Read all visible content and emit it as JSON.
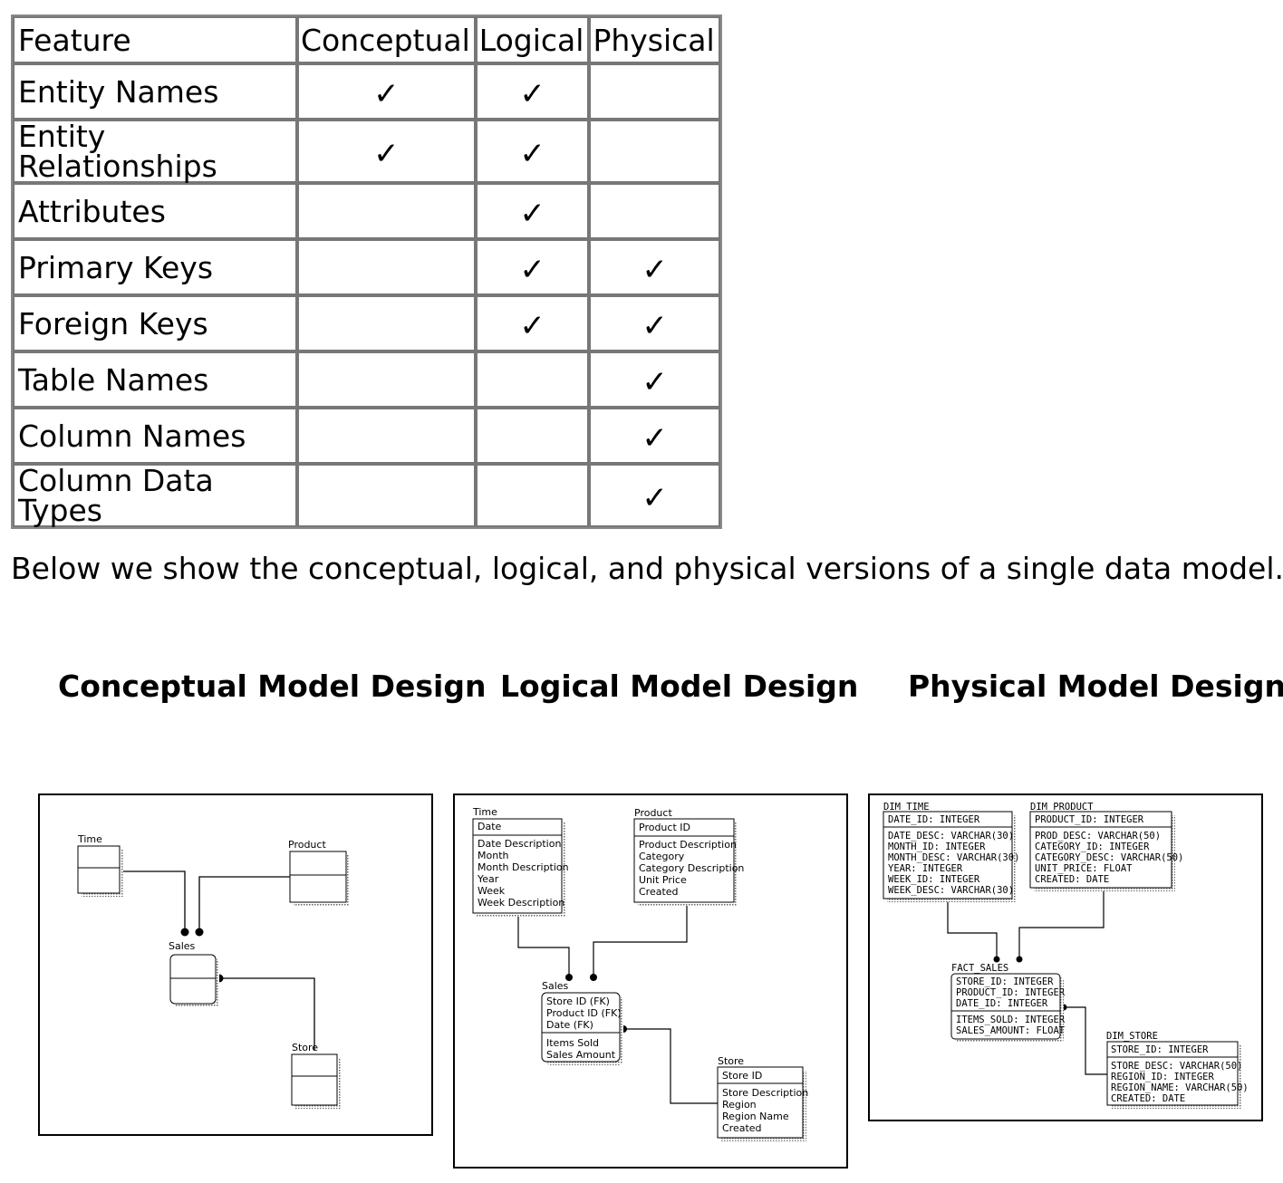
{
  "table": {
    "headers": [
      "Feature",
      "Conceptual",
      "Logical",
      "Physical"
    ],
    "rows": [
      {
        "feature": "Entity Names",
        "conceptual": "✓",
        "logical": "✓",
        "physical": ""
      },
      {
        "feature": "Entity Relationships",
        "conceptual": "✓",
        "logical": "✓",
        "physical": ""
      },
      {
        "feature": "Attributes",
        "conceptual": "",
        "logical": "✓",
        "physical": ""
      },
      {
        "feature": "Primary Keys",
        "conceptual": "",
        "logical": "✓",
        "physical": "✓"
      },
      {
        "feature": "Foreign Keys",
        "conceptual": "",
        "logical": "✓",
        "physical": "✓"
      },
      {
        "feature": "Table Names",
        "conceptual": "",
        "logical": "",
        "physical": "✓"
      },
      {
        "feature": "Column Names",
        "conceptual": "",
        "logical": "",
        "physical": "✓"
      },
      {
        "feature": "Column Data Types",
        "conceptual": "",
        "logical": "",
        "physical": "✓"
      }
    ]
  },
  "intro_text": "Below we show the conceptual, logical, and physical versions of a single data model.",
  "titles": {
    "conceptual": "Conceptual Model Design",
    "logical": "Logical Model Design",
    "physical": "Physical Model Design"
  },
  "conceptual": {
    "time": "Time",
    "product": "Product",
    "sales": "Sales",
    "store": "Store"
  },
  "logical": {
    "time": {
      "name": "Time",
      "key": "Date",
      "attrs": [
        "Date Description",
        "Month",
        "Month Description",
        "Year",
        "Week",
        "Week Description"
      ]
    },
    "product": {
      "name": "Product",
      "key": "Product ID",
      "attrs": [
        "Product Description",
        "Category",
        "Category Description",
        "Unit Price",
        "Created"
      ]
    },
    "sales": {
      "name": "Sales",
      "keys": [
        "Store ID (FK)",
        "Product ID (FK)",
        "Date (FK)"
      ],
      "attrs": [
        "Items Sold",
        "Sales Amount"
      ]
    },
    "store": {
      "name": "Store",
      "key": "Store ID",
      "attrs": [
        "Store Description",
        "Region",
        "Region Name",
        "Created"
      ]
    }
  },
  "physical": {
    "dim_time": {
      "name": "DIM_TIME",
      "key": "DATE_ID: INTEGER",
      "cols": [
        "DATE_DESC: VARCHAR(30)",
        "MONTH_ID: INTEGER",
        "MONTH_DESC: VARCHAR(30)",
        "YEAR: INTEGER",
        "WEEK_ID: INTEGER",
        "WEEK_DESC: VARCHAR(30)"
      ]
    },
    "dim_product": {
      "name": "DIM_PRODUCT",
      "key": "PRODUCT_ID: INTEGER",
      "cols": [
        "PROD_DESC: VARCHAR(50)",
        "CATEGORY_ID: INTEGER",
        "CATEGORY_DESC: VARCHAR(50)",
        "UNIT_PRICE: FLOAT",
        "CREATED: DATE"
      ]
    },
    "fact_sales": {
      "name": "FACT_SALES",
      "keys": [
        "STORE_ID: INTEGER",
        "PRODUCT_ID: INTEGER",
        "DATE_ID: INTEGER"
      ],
      "cols": [
        "ITEMS_SOLD: INTEGER",
        "SALES_AMOUNT: FLOAT"
      ]
    },
    "dim_store": {
      "name": "DIM_STORE",
      "key": "STORE_ID: INTEGER",
      "cols": [
        "STORE_DESC: VARCHAR(50)",
        "REGION_ID: INTEGER",
        "REGION_NAME: VARCHAR(50)",
        "CREATED: DATE"
      ]
    }
  }
}
